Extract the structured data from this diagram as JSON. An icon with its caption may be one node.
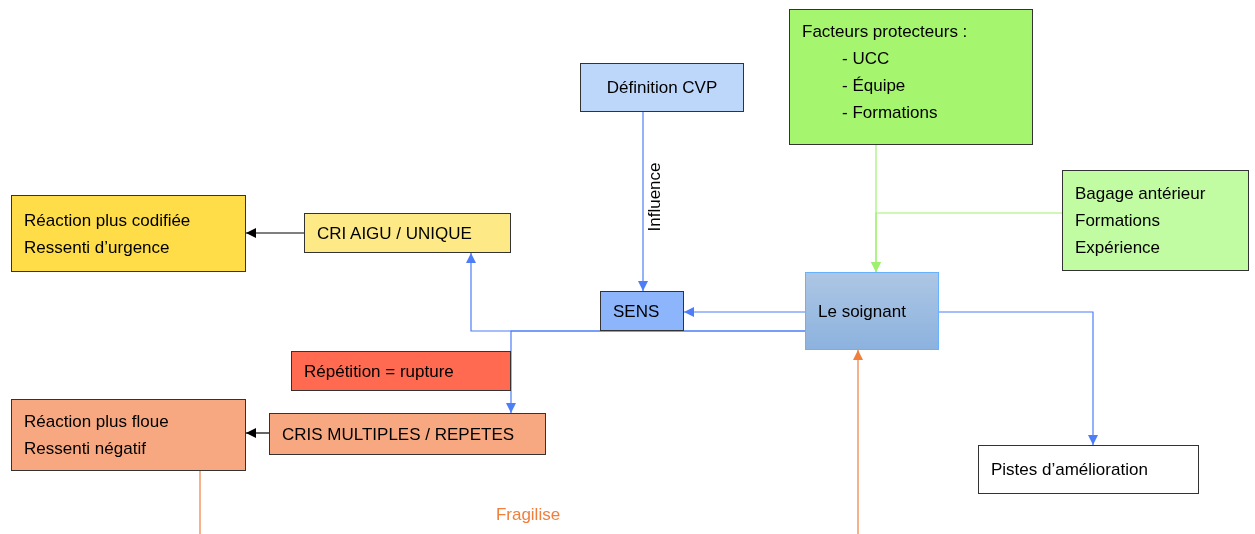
{
  "diagram": {
    "nodes": [
      {
        "text": [
          "Facteurs protecteurs :",
          "- UCC",
          "- Équipe",
          "- Formations"
        ]
      },
      {
        "text": [
          "Définition CVP"
        ]
      },
      {
        "text": [
          "Bagage antérieur",
          "Formations",
          "Expérience"
        ]
      },
      {
        "text": [
          "Réaction plus codifiée",
          "Ressenti d’urgence"
        ]
      },
      {
        "text": [
          "CRI AIGU / UNIQUE"
        ]
      },
      {
        "text": [
          "SENS"
        ]
      },
      {
        "text": [
          "Le soignant"
        ]
      },
      {
        "text": [
          "Répétition = rupture"
        ]
      },
      {
        "text": [
          "Réaction plus floue",
          "Ressenti négatif"
        ]
      },
      {
        "text": [
          "CRIS MULTIPLES / REPETES"
        ]
      },
      {
        "text": [
          "Pistes d’amélioration"
        ]
      }
    ],
    "edges": [
      {
        "from": 1,
        "to": 5,
        "arrow": "to",
        "label": "Influence"
      },
      {
        "from": 6,
        "to": 5,
        "arrow": "to"
      },
      {
        "from": 6,
        "to": 4,
        "arrow": "to"
      },
      {
        "from": 6,
        "to": 9,
        "arrow": "to"
      },
      {
        "from": 0,
        "to": 6,
        "arrow": "to",
        "color": "#a0f070"
      },
      {
        "from": 2,
        "to": 6,
        "arrow": "to",
        "color": "#a0f070"
      },
      {
        "from": 4,
        "to": 3,
        "arrow": "to",
        "color": "#000000"
      },
      {
        "from": 9,
        "to": 8,
        "arrow": "to",
        "color": "#000000"
      },
      {
        "from": 8,
        "to": 6,
        "arrow": "to",
        "label": "Fragilise",
        "color": "#f07f3c"
      },
      {
        "from": 6,
        "to": 10,
        "arrow": "to"
      }
    ]
  }
}
